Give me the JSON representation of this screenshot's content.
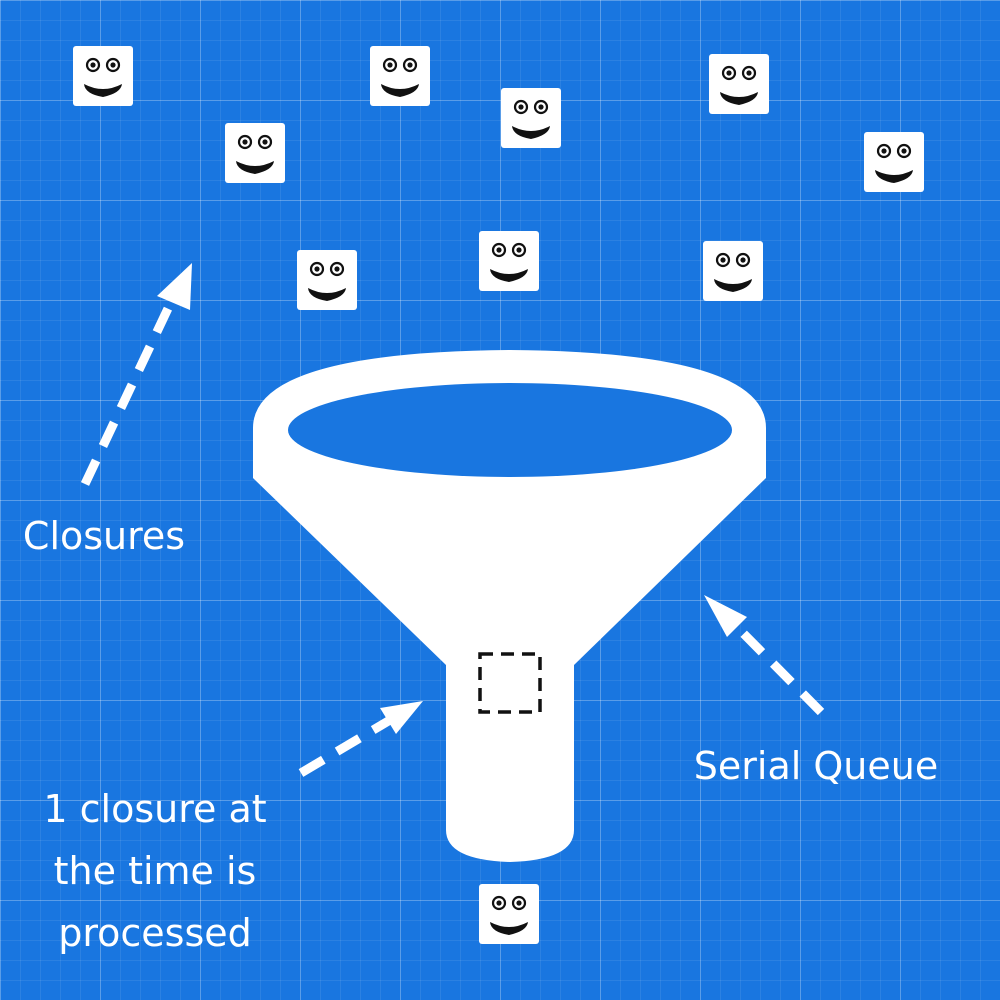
{
  "labels": {
    "closures": "Closures",
    "serial_queue": "Serial Queue",
    "processed": "1 closure at\nthe time is\nprocessed"
  },
  "icons": {
    "closure": "smiley-face-icon",
    "funnel": "funnel-icon",
    "slot": "dashed-square-icon",
    "arrow": "dashed-arrow-icon"
  },
  "colors": {
    "background": "#1976e0",
    "foreground": "#ffffff",
    "ink": "#111111"
  }
}
